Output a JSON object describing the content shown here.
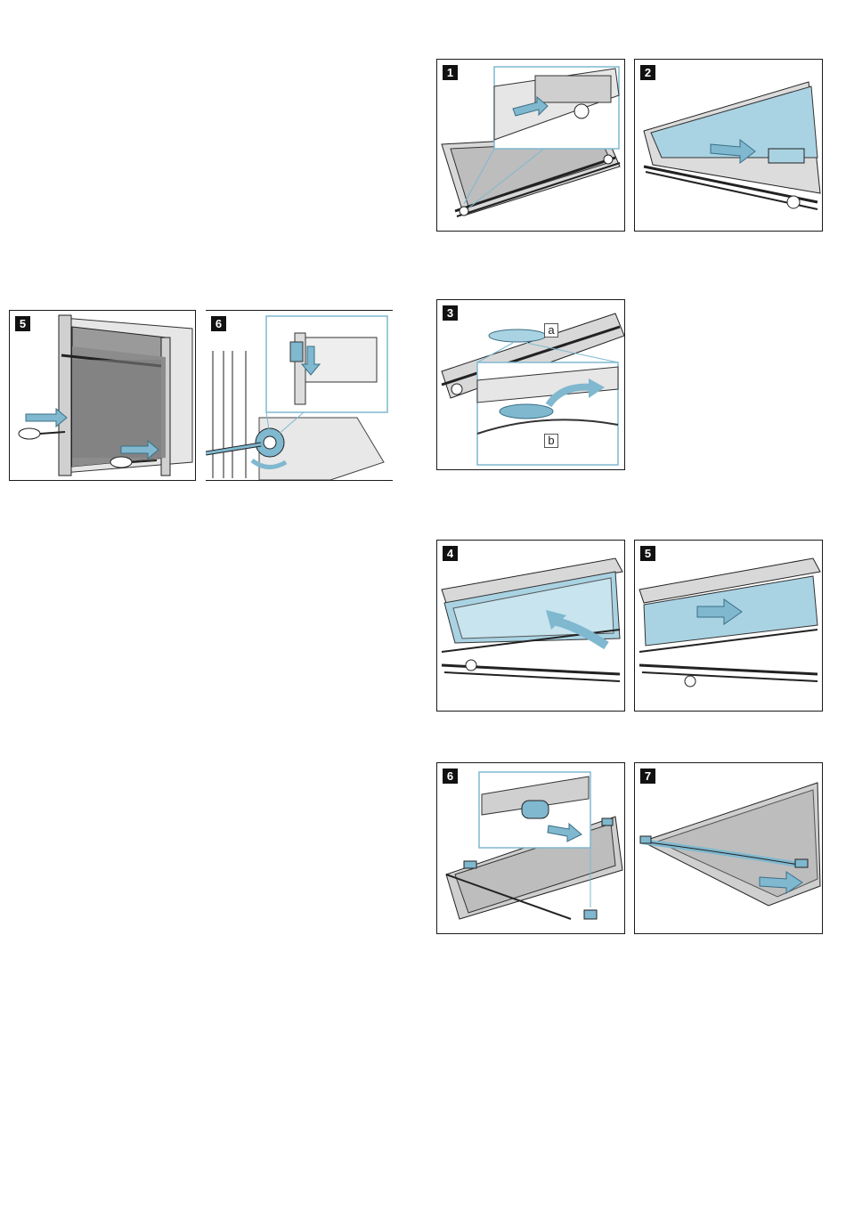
{
  "left_steps": [
    {
      "number": "5"
    },
    {
      "number": "6"
    }
  ],
  "right_steps": [
    {
      "number": "1"
    },
    {
      "number": "2"
    },
    {
      "number": "3",
      "callouts": [
        "a",
        "b"
      ]
    },
    {
      "number": "4"
    },
    {
      "number": "5"
    },
    {
      "number": "6"
    },
    {
      "number": "7"
    }
  ],
  "colors": {
    "accent": "#7fb8cf",
    "glass": "#a9d3e3",
    "line": "#1a1a1a",
    "metal": "#cfcfcf"
  }
}
